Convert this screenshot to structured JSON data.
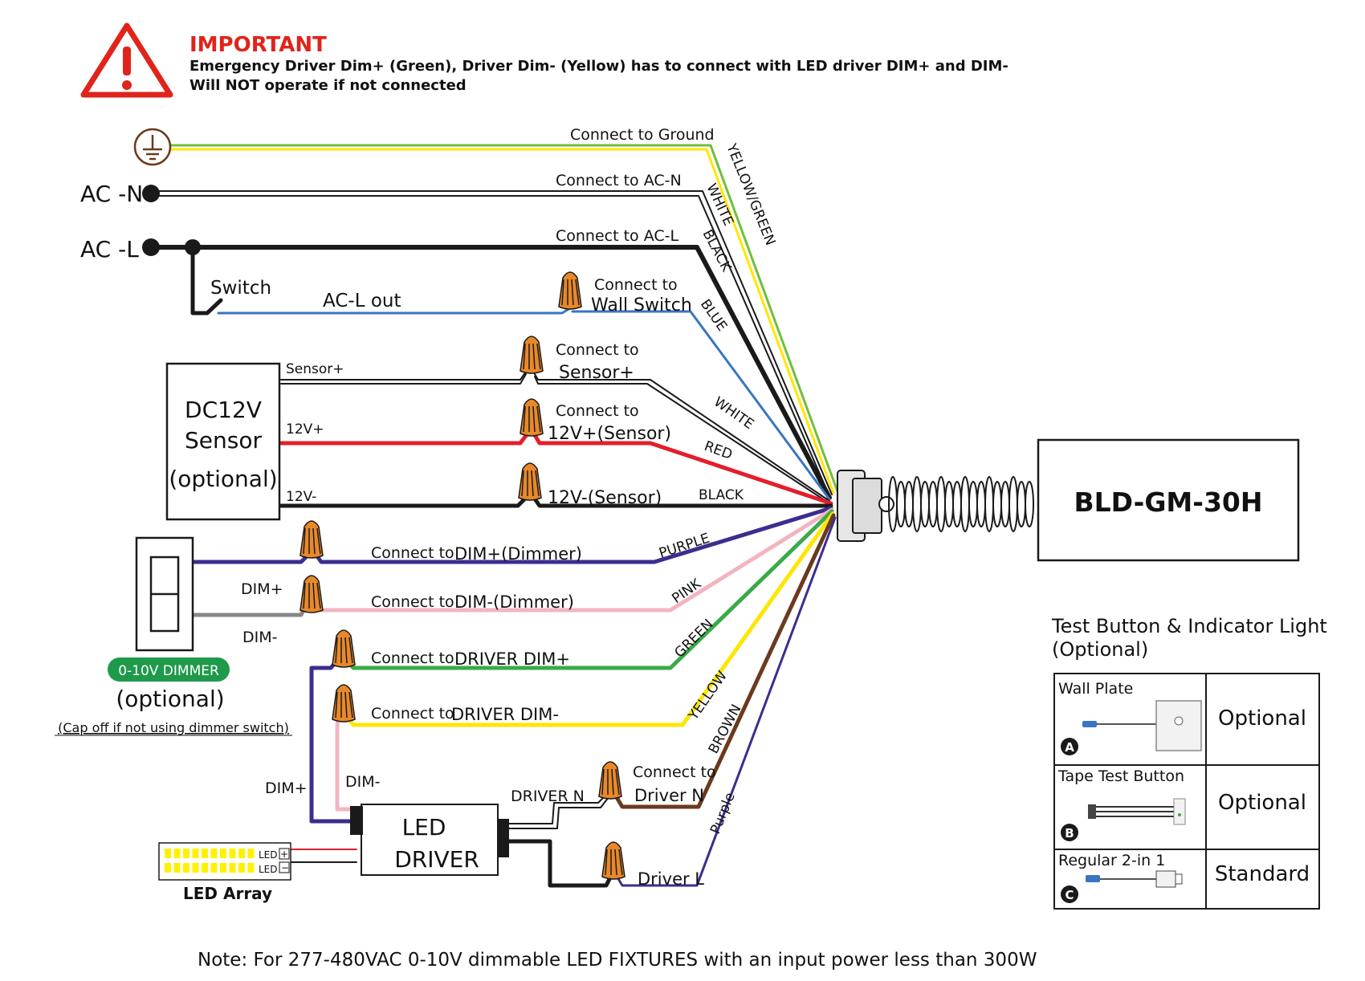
{
  "warning": {
    "title": "IMPORTANT",
    "line1": "Emergency Driver Dim+ (Green), Driver Dim- (Yellow) has to connect with LED driver DIM+ and DIM-",
    "line2": "Will NOT operate if not connected"
  },
  "sources": {
    "ac_n": "AC -N",
    "ac_l": "AC -L",
    "switch": "Switch",
    "ac_l_out": "AC-L out"
  },
  "connections": {
    "ground": "Connect to Ground",
    "ac_n": "Connect to AC-N",
    "ac_l": "Connect to AC-L",
    "wall_switch_1": "Connect to",
    "wall_switch_2": "Wall Switch",
    "sensor_plus_1": "Connect to",
    "sensor_plus_2": "Sensor+",
    "v12plus_1": "Connect to",
    "v12plus_2": "12V+(Sensor)",
    "v12minus": "12V-(Sensor)",
    "dim_plus_a": "Connect to",
    "dim_plus_b": "DIM+(Dimmer)",
    "dim_minus_a": "Connect to",
    "dim_minus_b": "DIM-(Dimmer)",
    "drv_dim_plus_a": "Connect to",
    "drv_dim_plus_b": "DRIVER DIM+",
    "drv_dim_minus_a": "Connect to",
    "drv_dim_minus_b": "DRIVER DIM-",
    "driver_n_1": "Connect to",
    "driver_n_2": "Driver N",
    "driver_l": "Driver L"
  },
  "wire_labels": {
    "yellow_green": "YELLOW/GREEN",
    "white": "WHITE",
    "black": "BLACK",
    "blue": "BLUE",
    "white2": "WHITE",
    "red": "RED",
    "black2": "BLACK",
    "purple": "PURPLE",
    "pink": "PINK",
    "green": "GREEN",
    "yellow": "YELLOW",
    "brown": "BROWN",
    "purple2": "Purple"
  },
  "sensor": {
    "line1": "DC12V",
    "line2": "Sensor",
    "line3": "(optional)",
    "sensor_plus": "Sensor+",
    "v12plus": "12V+",
    "v12minus": "12V-"
  },
  "dimmer": {
    "dim_plus": "DIM+",
    "dim_minus": "DIM-",
    "badge": "0-10V DIMMER",
    "optional": "(optional)",
    "cap_note": "(Cap off if not using dimmer switch)"
  },
  "led_driver": {
    "line1": "LED",
    "line2": "DRIVER",
    "dim_plus": "DIM+",
    "dim_minus": "DIM-",
    "driver_n": "DRIVER N"
  },
  "led_array": {
    "label": "LED Array",
    "plus": "LED",
    "minus": "LED"
  },
  "product": {
    "model": "BLD-GM-30H"
  },
  "options_table": {
    "title_1": "Test Button & Indicator Light",
    "title_2": "(Optional)",
    "rows": [
      {
        "name": "Wall Plate",
        "marker": "A",
        "status": "Optional"
      },
      {
        "name": "Tape Test Button",
        "marker": "B",
        "status": "Optional"
      },
      {
        "name": "Regular 2-in 1",
        "marker": "C",
        "status": "Standard"
      }
    ]
  },
  "footer": {
    "note": "Note: For 277-480VAC 0-10V dimmable LED FIXTURES with an input power less than 300W"
  },
  "colors": {
    "warning_red": "#e0241b",
    "ground_green": "#6fbf3b",
    "ground_yellow": "#ffe600",
    "black": "#1a1a1a",
    "blue": "#3a74c4",
    "red": "#e41e2b",
    "purple": "#3a2e8f",
    "pink": "#f3b4c0",
    "green": "#3aaa48",
    "yellow": "#ffe600",
    "brown": "#6b3a1e",
    "gray": "#888888",
    "nut_orange": "#e8882a",
    "badge_green": "#1f9a4a"
  }
}
